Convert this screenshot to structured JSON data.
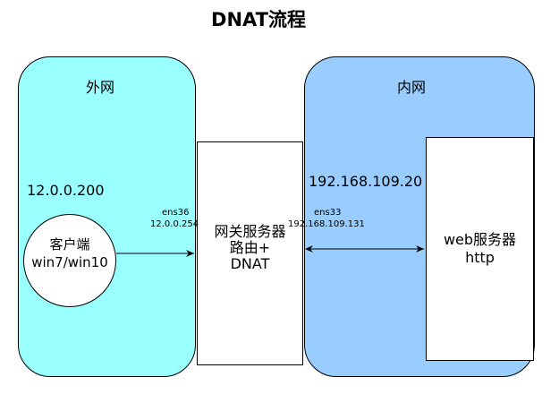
{
  "title": "DNAT流程",
  "outer_zone": {
    "label": "外网",
    "ip": "12.0.0.200"
  },
  "inner_zone": {
    "label": "内网",
    "ip": "192.168.109.20"
  },
  "client": {
    "line1": "客户端",
    "line2": "win7/win10"
  },
  "gateway": {
    "line1": "网关服务器",
    "line2": "路由+",
    "line3": "DNAT",
    "if_outer_name": "ens36",
    "if_outer_ip": "12.0.0.254",
    "if_inner_name": "ens33",
    "if_inner_ip": "192.168.109.131"
  },
  "web_server": {
    "line1": "web服务器",
    "line2": "http"
  }
}
